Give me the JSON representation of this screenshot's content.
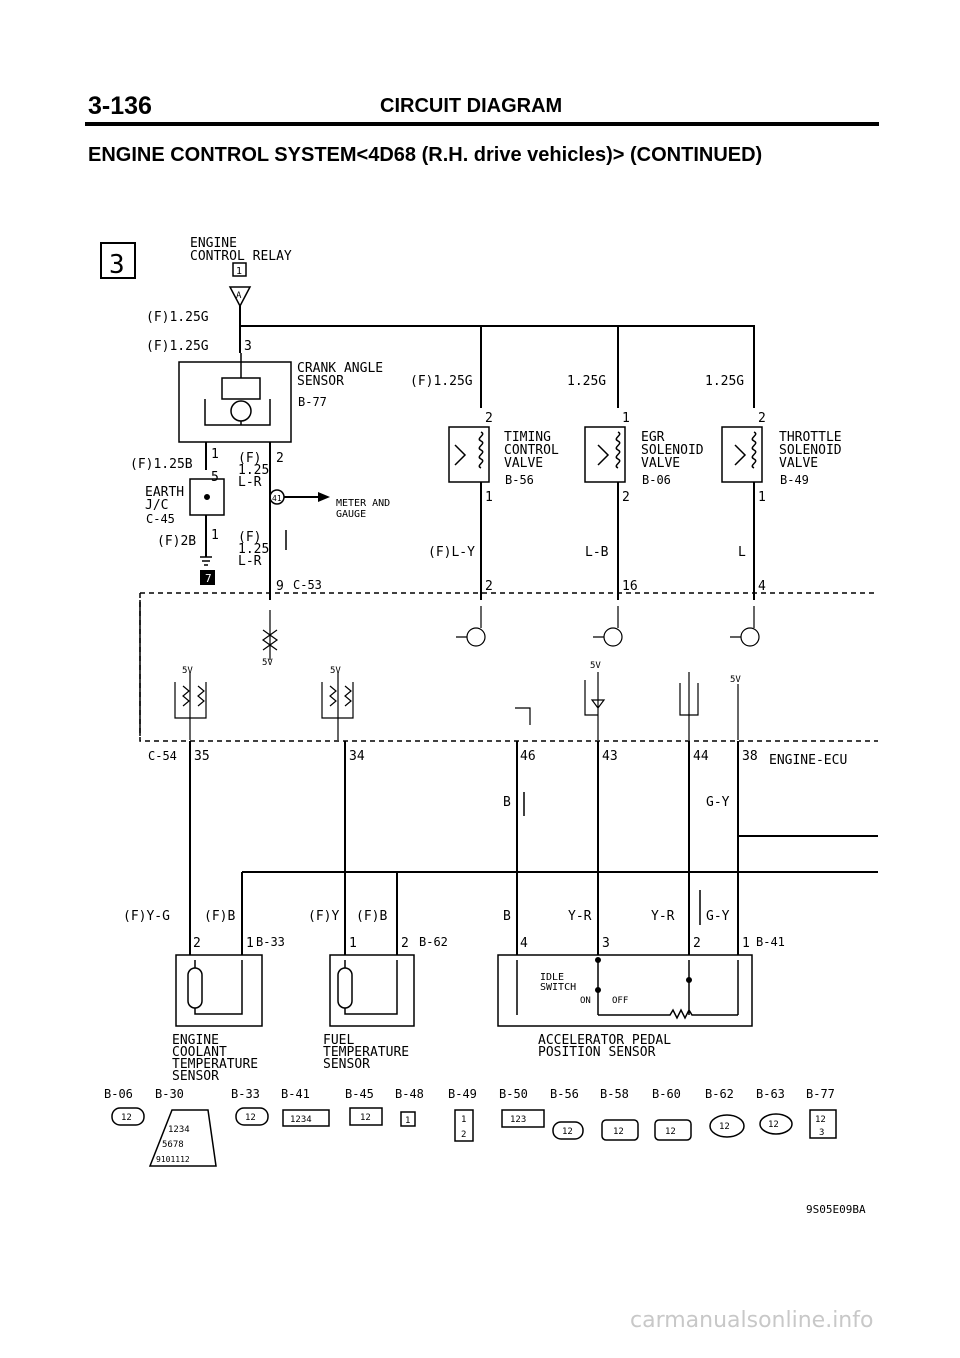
{
  "header": {
    "page_number": "3-136",
    "title": "CIRCUIT DIAGRAM",
    "subtitle": "ENGINE CONTROL SYSTEM<4D68 (R.H. drive vehicles)> (CONTINUED)"
  },
  "section_marker": "3",
  "relay": {
    "name_line1": "ENGINE",
    "name_line2": "CONTROL RELAY",
    "terminal": "1",
    "connector": "A"
  },
  "crank_angle_sensor": {
    "line1": "CRANK ANGLE",
    "line2": "SENSOR",
    "connector": "B-77",
    "pin3": "3",
    "pin2": "2",
    "pin1": "1"
  },
  "earth_jc": {
    "line1": "EARTH",
    "line2": "J/C",
    "connector": "C-45",
    "pin1": "1",
    "pin5": "5",
    "pin1b": "1"
  },
  "ground_marker": "7",
  "meter": {
    "pin": "41",
    "label_line1": "METER AND",
    "label_line2": "GAUGE"
  },
  "actuators": [
    {
      "line1": "TIMING",
      "line2": "CONTROL",
      "line3": "VALVE",
      "connector": "B-56",
      "wire_top": "(F)1.25G",
      "wire_bot": "(F)L-Y",
      "pin_top": "2",
      "pin_bot": "1",
      "ecu_pin": "2"
    },
    {
      "line1": "EGR",
      "line2": "SOLENOID",
      "line3": "VALVE",
      "connector": "B-06",
      "wire_top": "1.25G",
      "wire_bot": "L-B",
      "pin_top": "1",
      "pin_bot": "2",
      "ecu_pin": "16"
    },
    {
      "line1": "THROTTLE",
      "line2": "SOLENOID",
      "line3": "VALVE",
      "connector": "B-49",
      "wire_top": "1.25G",
      "wire_bot": "L",
      "pin_top": "2",
      "pin_bot": "1",
      "ecu_pin": "4"
    }
  ],
  "wires": {
    "relay_out1": "(F)1.25G",
    "relay_out2": "(F)1.25G",
    "crank_ground": "(F)1.25B",
    "crank_sig_a": "(F)",
    "crank_sig_b": "1.25",
    "crank_sig_c": "L-R",
    "crank_sig2_a": "(F)",
    "crank_sig2_b": "1.25",
    "crank_sig2_c": "L-R",
    "earth_wire": "(F)2B",
    "ecu_conn_top": "C-53",
    "ecu_pin_top": "9"
  },
  "ecu": {
    "name": "ENGINE-ECU",
    "connector": "C-54",
    "five_v": "5V"
  },
  "ecu_bottom_pins": [
    "35",
    "34",
    "46",
    "43",
    "44",
    "38"
  ],
  "mid_wires": {
    "b": "B",
    "gy": "G-Y"
  },
  "coolant_sensor": {
    "wire1": "(F)Y-G",
    "wire2": "(F)B",
    "pin_a": "2",
    "pin_b": "1",
    "connector": "B-33",
    "line1": "ENGINE",
    "line2": "COOLANT",
    "line3": "TEMPERATURE",
    "line4": "SENSOR"
  },
  "fuel_sensor": {
    "wire1": "(F)Y",
    "wire2": "(F)B",
    "pin_a": "1",
    "pin_b": "2",
    "connector": "B-62",
    "line1": "FUEL",
    "line2": "TEMPERATURE",
    "line3": "SENSOR"
  },
  "accel_sensor": {
    "wire1": "B",
    "wire2": "Y-R",
    "wire3": "Y-R",
    "wire4": "G-Y",
    "pin_a": "4",
    "pin_b": "3",
    "pin_c": "2",
    "pin_d": "1",
    "connector": "B-41",
    "idle1": "IDLE",
    "idle2": "SWITCH",
    "on": "ON",
    "off": "OFF",
    "line1": "ACCELERATOR PEDAL",
    "line2": "POSITION SENSOR"
  },
  "connector_index": [
    "B-06",
    "B-30",
    "B-33",
    "B-41",
    "B-45",
    "B-48",
    "B-49",
    "B-50",
    "B-56",
    "B-58",
    "B-60",
    "B-62",
    "B-63",
    "B-77"
  ],
  "connector_pins": {
    "b06": "12",
    "b30_r1": "1234",
    "b30_r2": "5678",
    "b30_r3": "9101112",
    "b33": "12",
    "b41": "1234",
    "b45": "12",
    "b48": "1",
    "b49_a": "1",
    "b49_b": "2",
    "b50": "123",
    "b56": "12",
    "b58": "12",
    "b60": "12",
    "b62": "12",
    "b63": "12",
    "b77_a": "12",
    "b77_b": "3"
  },
  "footer": {
    "code": "9S05E09BA",
    "watermark": "carmanualsonline.info"
  }
}
